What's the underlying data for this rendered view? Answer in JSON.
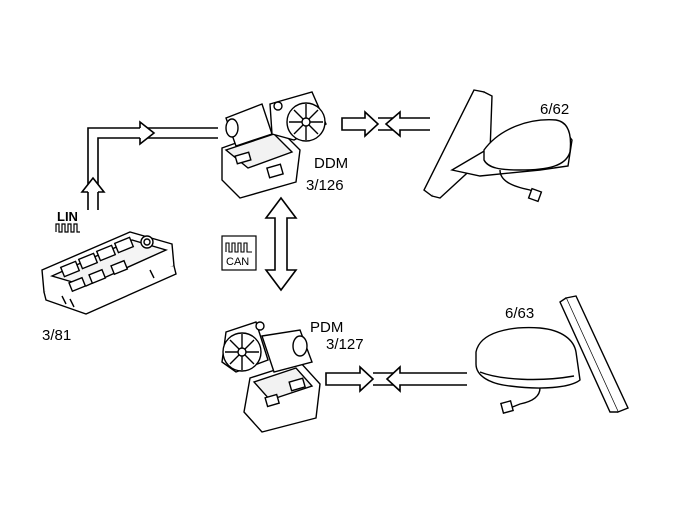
{
  "labels": {
    "switch_panel_ref": "3/81",
    "ddm_name": "DDM",
    "ddm_ref": "3/126",
    "pdm_name": "PDM",
    "pdm_ref": "3/127",
    "left_mirror_ref": "6/62",
    "right_mirror_ref": "6/63"
  },
  "bus": {
    "lin_label": "LIN",
    "can_label": "CAN"
  }
}
